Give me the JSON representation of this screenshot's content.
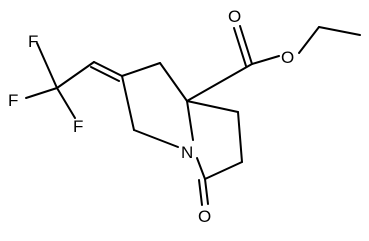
{
  "atoms": {
    "F1": "F",
    "F2": "F",
    "F3": "F",
    "O_ester_carbonyl": "O",
    "O_ester_ether": "O",
    "N": "N",
    "O_lactam": "O"
  }
}
